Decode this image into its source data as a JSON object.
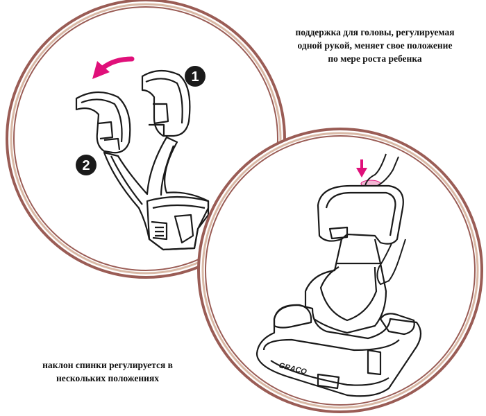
{
  "captions": {
    "headrest": {
      "line1": "поддержка для головы, регулируемая",
      "line2": "одной рукой, меняет свое положение",
      "line3": "по мере роста ребенка"
    },
    "recline": {
      "line1": "наклон спинки регулируется в",
      "line2": "нескольких положениях"
    }
  },
  "step_badges": {
    "one": "1",
    "two": "2"
  },
  "brand_label": "GRACO",
  "colors": {
    "frame_outer": "#9a5c55",
    "frame_inner": "#d9b9a6",
    "accent_arrow": "#e0107a",
    "line_art": "#1a1a1a"
  },
  "icons": [
    "curved-arrow-icon",
    "down-arrow-icon"
  ]
}
